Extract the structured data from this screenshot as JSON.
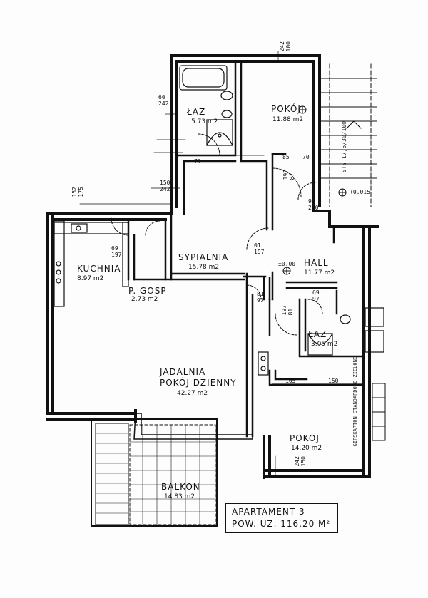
{
  "title_block": {
    "name": "APARTAMENT 3",
    "area": "POW. UZ. 116,20 M²"
  },
  "rooms": {
    "laz1": {
      "name": "ŁAZ",
      "area": "5.73 m2"
    },
    "pokoj1": {
      "name": "POKÓJ",
      "area": "11.88 m2"
    },
    "kuchnia": {
      "name": "KUCHNIA",
      "area": "8.97 m2"
    },
    "sypialnia": {
      "name": "SYPIALNIA",
      "area": "15.78 m2"
    },
    "hall": {
      "name": "HALL",
      "area": "11.77 m2"
    },
    "pgosp": {
      "name": "P. GOSP",
      "area": "2.73 m2"
    },
    "laz2": {
      "name": "ŁAZ",
      "area": "3.05 m2"
    },
    "jadalnia": {
      "name": "JADALNIA\nPOKÓJ DZIENNY",
      "area": "42.27 m2"
    },
    "pokoj2": {
      "name": "POKÓJ",
      "area": "14.20 m2"
    },
    "balkon": {
      "name": "BALKON",
      "area": "14.83 m2"
    }
  },
  "dimensions": {
    "top_right": "242\n100",
    "d60_242": "60\n242",
    "d150_242": "150\n242",
    "d152_175": "152\n175",
    "d77": "77",
    "d85": "85",
    "d70": "70",
    "d197_87": "197\n87",
    "d90_200": "90\n200",
    "d69_197": "69\n197",
    "d01_197": "01\n197",
    "d81_97": "81\n97",
    "d197_81": "197\n81",
    "d69_97": "69\n97",
    "d105": "105",
    "d150": "150",
    "d242_150": "242\n150",
    "level_000": "±0.00",
    "level_015": "+0.015",
    "stair_note": "STS 17,5/30/100",
    "wall_note": "GIPSKARTON STANDARDOWO ZIELONE"
  }
}
